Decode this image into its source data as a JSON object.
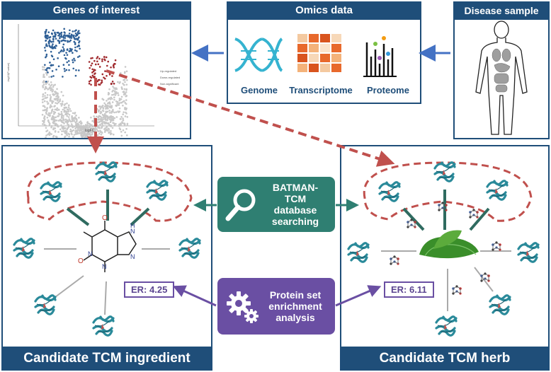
{
  "genes_panel": {
    "title": "Genes of interest",
    "legend": [
      "Up-regulated",
      "Down-regulated",
      "Non-significant"
    ],
    "xlabel": "logFC",
    "ylabel": "-log10(P-value)"
  },
  "omics_panel": {
    "title": "Omics data",
    "items": [
      "Genome",
      "Transcriptome",
      "Proteome"
    ]
  },
  "disease_panel": {
    "title": "Disease sample"
  },
  "batman_button": {
    "label": "BATMAN-TCM database searching"
  },
  "enrichment_button": {
    "label": "Protein set enrichment analysis"
  },
  "ingredient_panel": {
    "title": "Candidate TCM ingredient",
    "er": "ER: 4.25"
  },
  "herb_panel": {
    "title": "Candidate TCM herb",
    "er": "ER: 6.11"
  },
  "colors": {
    "navy": "#1f4e79",
    "teal": "#2f7f72",
    "purple": "#6a4fa3",
    "red_dash": "#c0504d",
    "arrow_blue": "#4472c4"
  }
}
